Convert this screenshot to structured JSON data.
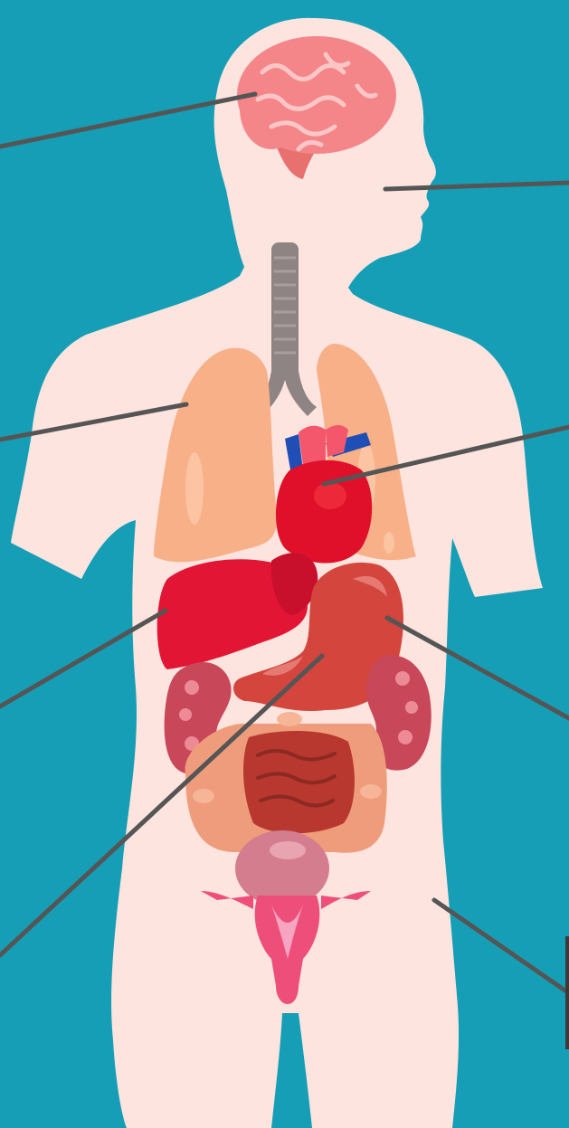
{
  "colors": {
    "background": "#169EB6",
    "body": "#FDE4DE",
    "leader_line": "#555555",
    "brain": "#F4868A",
    "trachea": "#8E8483",
    "lungs": "#F8B089",
    "heart": "#E0102A",
    "heart_vessels_blue": "#1F4FB5",
    "heart_vessels_pink": "#F4566B",
    "liver": "#E21535",
    "stomach": "#D4453E",
    "kidneys": "#C8485A",
    "intestines": "#EE9C7C",
    "small_intestine": "#B8382F",
    "bladder": "#D47D8F",
    "uterus": "#EE4E7A",
    "partial_box": "#3A3A3A"
  },
  "organs": [
    {
      "id": "brain",
      "icon": "brain-icon"
    },
    {
      "id": "mouth",
      "icon": "mouth-icon"
    },
    {
      "id": "trachea",
      "icon": "trachea-icon"
    },
    {
      "id": "lungs",
      "icon": "lungs-icon"
    },
    {
      "id": "heart",
      "icon": "heart-icon"
    },
    {
      "id": "liver",
      "icon": "liver-icon"
    },
    {
      "id": "stomach",
      "icon": "stomach-icon"
    },
    {
      "id": "kidneys",
      "icon": "kidneys-icon"
    },
    {
      "id": "intestines",
      "icon": "intestines-icon"
    },
    {
      "id": "bladder",
      "icon": "bladder-icon"
    },
    {
      "id": "uterus",
      "icon": "uterus-icon"
    }
  ]
}
